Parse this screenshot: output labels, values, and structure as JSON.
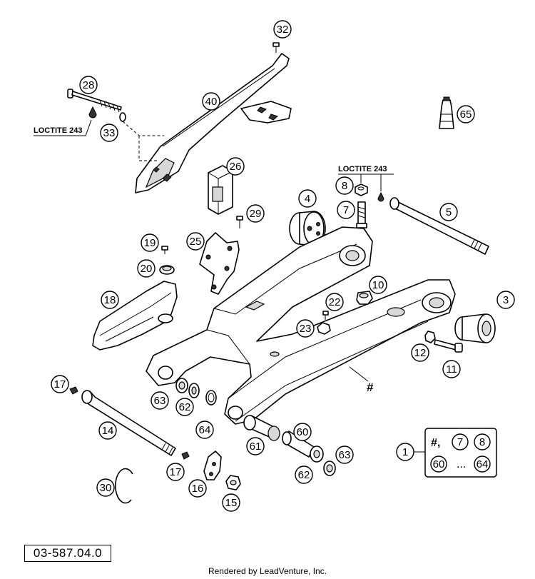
{
  "callouts": {
    "c32": "32",
    "c28": "28",
    "c40": "40",
    "c33": "33",
    "c65": "65",
    "c26": "26",
    "c8": "8",
    "c7": "7",
    "c4": "4",
    "c5": "5",
    "c29": "29",
    "c19": "19",
    "c25": "25",
    "c20": "20",
    "c18": "18",
    "c10": "10",
    "c22": "22",
    "c3": "3",
    "c23": "23",
    "c12": "12",
    "c11": "11",
    "c17a": "17",
    "c63a": "63",
    "c62a": "62",
    "c14": "14",
    "c64": "64",
    "c60": "60",
    "c61": "61",
    "c63b": "63",
    "c62b": "62",
    "c17b": "17",
    "c16": "16",
    "c30": "30",
    "c15": "15",
    "c1": "1"
  },
  "notes": {
    "loctite_left": "LOCTITE 243",
    "loctite_right": "LOCTITE 243",
    "hash_mark": "#"
  },
  "kit_box": {
    "row1_hash": "#,",
    "row1_a": "7",
    "row1_b": "8",
    "row2_a": "60",
    "row2_dots": "...",
    "row2_b": "64"
  },
  "diagram_code": "03-587.04.0",
  "footer": "Rendered by LeadVenture, Inc."
}
